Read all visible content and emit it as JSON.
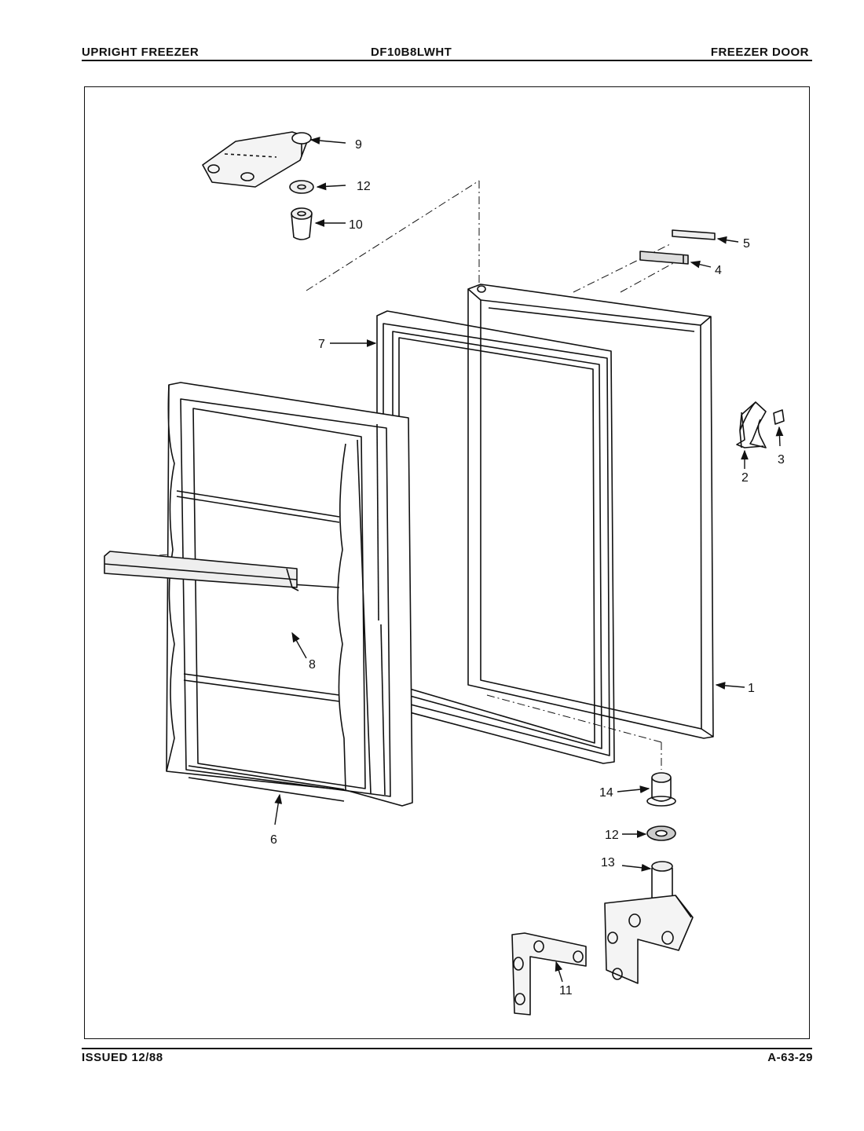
{
  "header": {
    "left": "UPRIGHT FREEZER",
    "center": "DF10B8LWHT",
    "right": "FREEZER DOOR"
  },
  "footer": {
    "left": "ISSUED 12/88",
    "right": "A-63-29"
  },
  "callouts": {
    "c1": "1",
    "c2": "2",
    "c3": "3",
    "c4": "4",
    "c5": "5",
    "c6": "6",
    "c7": "7",
    "c8": "8",
    "c9": "9",
    "c10": "10",
    "c11": "11",
    "c12a": "12",
    "c12b": "12",
    "c13": "13",
    "c14": "14"
  }
}
